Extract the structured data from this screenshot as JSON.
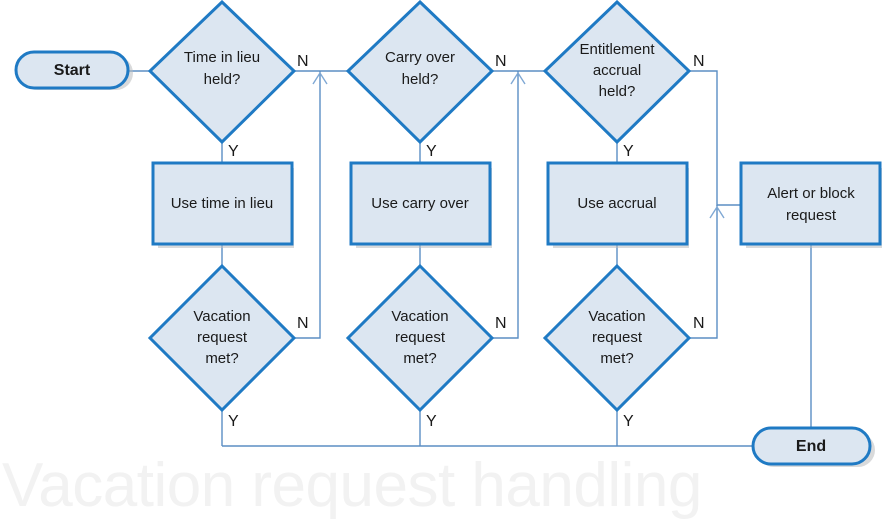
{
  "diagram": {
    "watermark_title": "Vacation request handling",
    "colors": {
      "shape_fill": "#dce6f1",
      "shape_border": "#1f7ac4",
      "connector": "#5b8ec4",
      "text": "#1a1a1a",
      "watermark": "#f2f2f2",
      "background": "#ffffff"
    },
    "nodes": {
      "start": "Start",
      "end": "End",
      "decision_time_in_lieu": "Time in lieu held?",
      "decision_carry_over": "Carry over held?",
      "decision_entitlement": "Entitlement accrual held?",
      "process_use_time_in_lieu": "Use time in lieu",
      "process_use_carry_over": "Use carry over",
      "process_use_accrual": "Use accrual",
      "process_alert_or_block": "Alert or block request",
      "decision_met_1": "Vacation request met?",
      "decision_met_2": "Vacation request met?",
      "decision_met_3": "Vacation request met?"
    },
    "node_lines": {
      "decision_time_in_lieu": [
        "Time in lieu",
        "held?"
      ],
      "decision_carry_over": [
        "Carry over",
        "held?"
      ],
      "decision_entitlement": [
        "Entitlement",
        "accrual",
        "held?"
      ],
      "process_use_time_in_lieu": [
        "Use time in lieu"
      ],
      "process_use_carry_over": [
        "Use carry over"
      ],
      "process_use_accrual": [
        "Use accrual"
      ],
      "process_alert_or_block": [
        "Alert or block",
        "request"
      ],
      "decision_met_1": [
        "Vacation",
        "request",
        "met?"
      ],
      "decision_met_2": [
        "Vacation",
        "request",
        "met?"
      ],
      "decision_met_3": [
        "Vacation",
        "request",
        "met?"
      ]
    },
    "branch_labels": {
      "time_in_lieu_no": "N",
      "time_in_lieu_yes": "Y",
      "carry_over_no": "N",
      "carry_over_yes": "Y",
      "entitlement_no": "N",
      "entitlement_yes": "Y",
      "met_1_no": "N",
      "met_1_yes": "Y",
      "met_2_no": "N",
      "met_2_yes": "Y",
      "met_3_no": "N",
      "met_3_yes": "Y"
    }
  }
}
